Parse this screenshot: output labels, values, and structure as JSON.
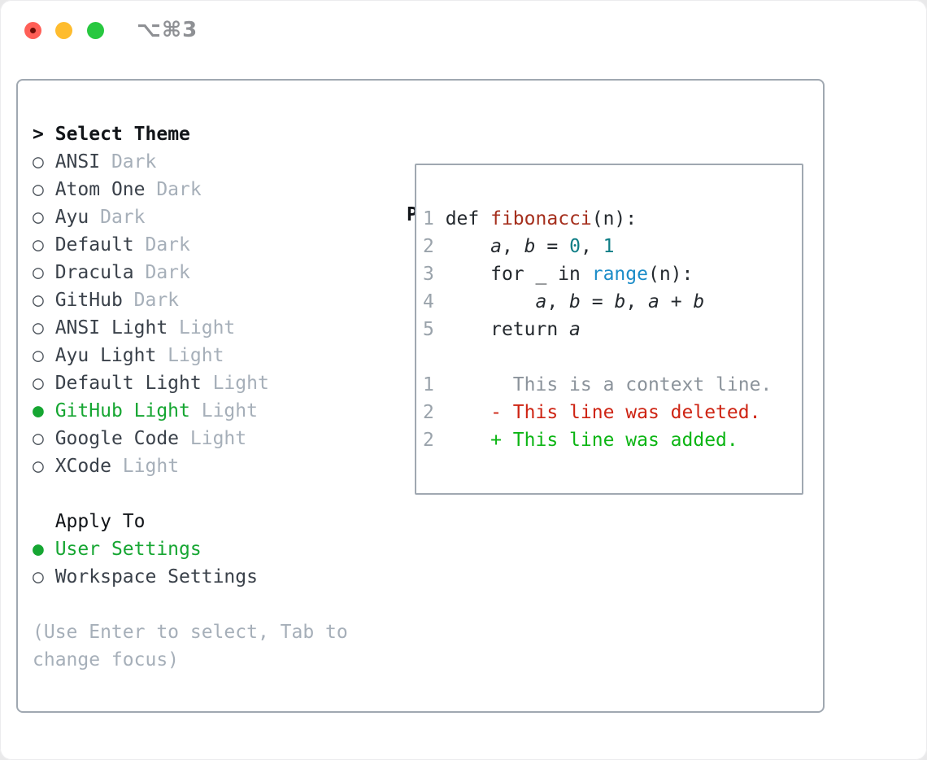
{
  "window": {
    "title": "⌥⌘3",
    "traffic_lights": [
      "close",
      "minimize",
      "zoom"
    ]
  },
  "icons": {
    "prompt": ">",
    "radio_unselected": "○",
    "radio_selected": "●"
  },
  "sidebar": {
    "title": "Select Theme",
    "items": [
      {
        "name": "ANSI",
        "tag": "Dark",
        "selected": false
      },
      {
        "name": "Atom One",
        "tag": "Dark",
        "selected": false
      },
      {
        "name": "Ayu",
        "tag": "Dark",
        "selected": false
      },
      {
        "name": "Default",
        "tag": "Dark",
        "selected": false
      },
      {
        "name": "Dracula",
        "tag": "Dark",
        "selected": false
      },
      {
        "name": "GitHub",
        "tag": "Dark",
        "selected": false
      },
      {
        "name": "ANSI Light",
        "tag": "Light",
        "selected": false
      },
      {
        "name": "Ayu Light",
        "tag": "Light",
        "selected": false
      },
      {
        "name": "Default Light",
        "tag": "Light",
        "selected": false
      },
      {
        "name": "GitHub Light",
        "tag": "Light",
        "selected": true
      },
      {
        "name": "Google Code",
        "tag": "Light",
        "selected": false
      },
      {
        "name": "XCode",
        "tag": "Light",
        "selected": false
      }
    ]
  },
  "apply_to": {
    "label": "Apply To",
    "options": [
      {
        "name": "User Settings",
        "selected": true
      },
      {
        "name": "Workspace Settings",
        "selected": false
      }
    ]
  },
  "help": {
    "line1": "(Use Enter to select, Tab to",
    "line2": "change focus)"
  },
  "preview": {
    "title": "Preview",
    "lines": [
      [
        [
          "ln",
          "1"
        ],
        [
          "code",
          " def "
        ],
        [
          "fn",
          "fibonacci"
        ],
        [
          "code",
          "(n):"
        ]
      ],
      [
        [
          "ln",
          "2"
        ],
        [
          "code",
          "     "
        ],
        [
          "var",
          "a"
        ],
        [
          "code",
          ", "
        ],
        [
          "var",
          "b"
        ],
        [
          "code",
          " = "
        ],
        [
          "num",
          "0"
        ],
        [
          "code",
          ", "
        ],
        [
          "num",
          "1"
        ]
      ],
      [
        [
          "ln",
          "3"
        ],
        [
          "code",
          "     for _ in "
        ],
        [
          "bfn",
          "range"
        ],
        [
          "code",
          "(n):"
        ]
      ],
      [
        [
          "ln",
          "4"
        ],
        [
          "code",
          "         "
        ],
        [
          "var",
          "a"
        ],
        [
          "code",
          ", "
        ],
        [
          "var",
          "b"
        ],
        [
          "code",
          " = "
        ],
        [
          "var",
          "b"
        ],
        [
          "code",
          ", "
        ],
        [
          "var",
          "a"
        ],
        [
          "code",
          " + "
        ],
        [
          "var",
          "b"
        ]
      ],
      [
        [
          "ln",
          "5"
        ],
        [
          "code",
          "     return "
        ],
        [
          "var",
          "a"
        ]
      ],
      [],
      [
        [
          "ln",
          "1"
        ],
        [
          "code",
          "       "
        ],
        [
          "ctx",
          "This is a context line."
        ]
      ],
      [
        [
          "ln",
          "2"
        ],
        [
          "code",
          "     "
        ],
        [
          "del",
          "- This line was deleted."
        ]
      ],
      [
        [
          "ln",
          "2"
        ],
        [
          "code",
          "     "
        ],
        [
          "add",
          "+ This line was added."
        ]
      ]
    ]
  },
  "colors": {
    "accent_green": "#16a632",
    "diff_add": "#0cb514",
    "diff_del": "#ce2413",
    "context_gray": "#8b939b",
    "line_number": "#9aa3ab",
    "code_text": "#24292e",
    "func_red": "#a52f1d",
    "number_teal": "#0f7e86",
    "builtin_blue": "#1b8cc8",
    "muted": "#a6afb9",
    "item_text": "#3a414a",
    "bullet_gray": "#4d545c",
    "heading": "#111418",
    "border": "#a0a8b1",
    "title_gray": "#8e9094",
    "traffic_red": "#ff5f57",
    "traffic_red_dot": "#6d0e07",
    "traffic_yellow": "#febc2e",
    "traffic_green": "#28c840"
  }
}
